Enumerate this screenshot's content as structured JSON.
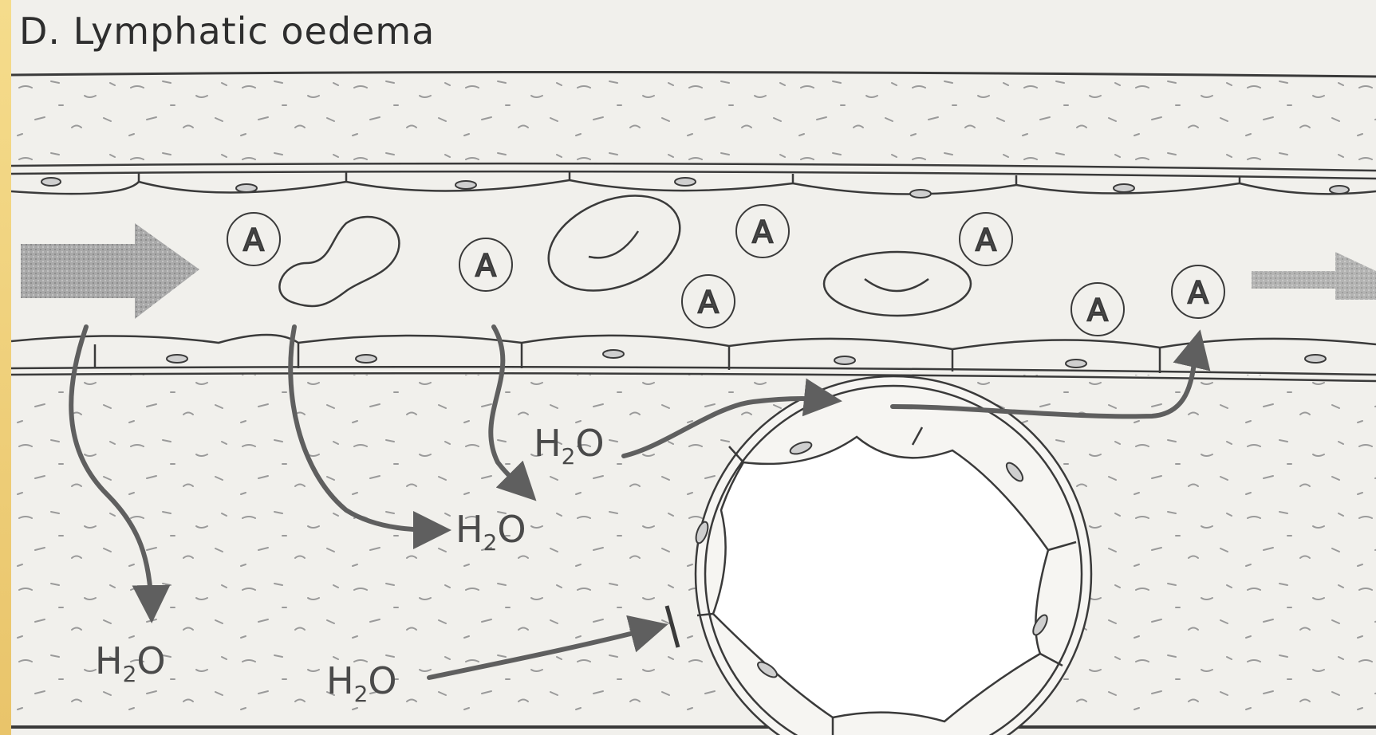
{
  "title": "D. Lymphatic oedema",
  "labels": {
    "protein": "A",
    "water_main": "H",
    "water_sub": "2",
    "water_tail": "O"
  },
  "colors": {
    "page_bg": "#f1f0ec",
    "frame": "#f3d98a",
    "ink": "#3a3a3a",
    "arrow": "#6a6a6a",
    "flow_arrow": "#a7a7a7"
  }
}
